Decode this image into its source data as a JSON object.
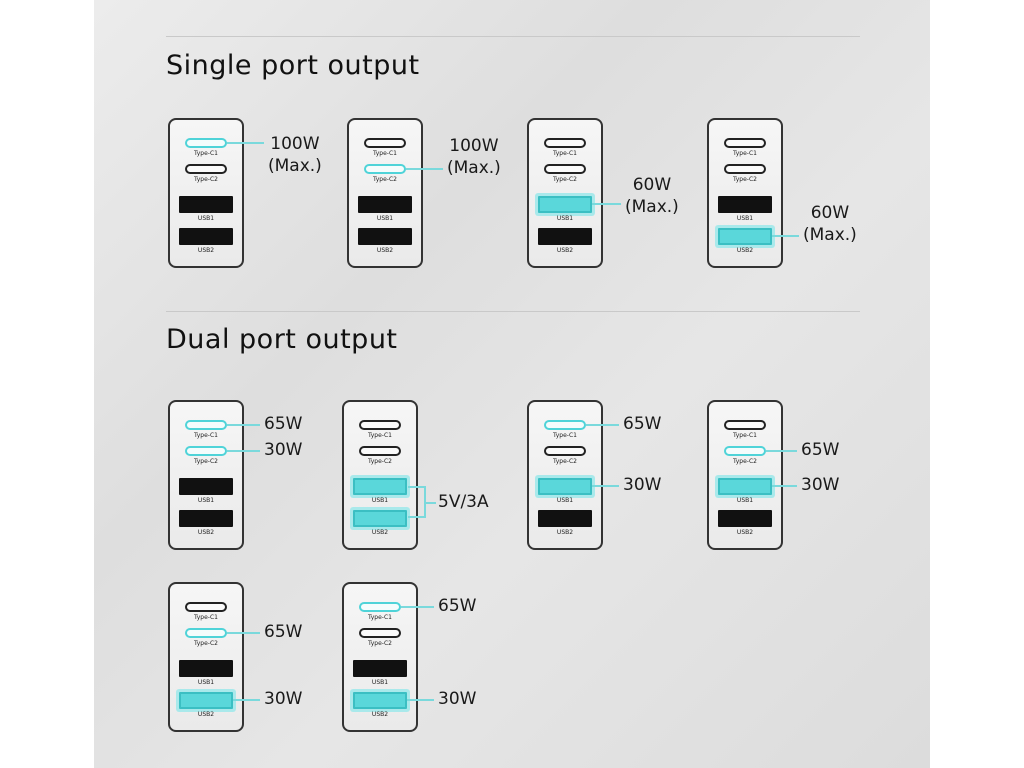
{
  "sections": [
    {
      "title": "Single port output",
      "configs": [
        {
          "active": [
            "c1"
          ],
          "outputs": [
            {
              "value": "100W",
              "note": "(Max.)"
            }
          ]
        },
        {
          "active": [
            "c2"
          ],
          "outputs": [
            {
              "value": "100W",
              "note": "(Max.)"
            }
          ]
        },
        {
          "active": [
            "a1"
          ],
          "outputs": [
            {
              "value": "60W",
              "note": "(Max.)"
            }
          ]
        },
        {
          "active": [
            "a2"
          ],
          "outputs": [
            {
              "value": "60W",
              "note": "(Max.)"
            }
          ]
        }
      ]
    },
    {
      "title": "Dual port output",
      "configs": [
        {
          "active": [
            "c1",
            "c2"
          ],
          "outputs": [
            {
              "value": "65W"
            },
            {
              "value": "30W"
            }
          ]
        },
        {
          "active": [
            "a1",
            "a2"
          ],
          "outputs": [
            {
              "value": "5V/3A"
            }
          ]
        },
        {
          "active": [
            "c1",
            "a1"
          ],
          "outputs": [
            {
              "value": "65W"
            },
            {
              "value": "30W"
            }
          ]
        },
        {
          "active": [
            "c2",
            "a1"
          ],
          "outputs": [
            {
              "value": "65W"
            },
            {
              "value": "30W"
            }
          ]
        },
        {
          "active": [
            "c2",
            "a2"
          ],
          "outputs": [
            {
              "value": "65W"
            },
            {
              "value": "30W"
            }
          ]
        },
        {
          "active": [
            "c1",
            "a2"
          ],
          "outputs": [
            {
              "value": "65W"
            },
            {
              "value": "30W"
            }
          ]
        }
      ]
    }
  ],
  "port_labels": {
    "c1": "Type-C1",
    "c2": "Type-C2",
    "a1": "USB1",
    "a2": "USB2"
  },
  "colors": {
    "highlight": "#5ad7da",
    "leader": "#7ad9dc",
    "outline": "#333333"
  }
}
